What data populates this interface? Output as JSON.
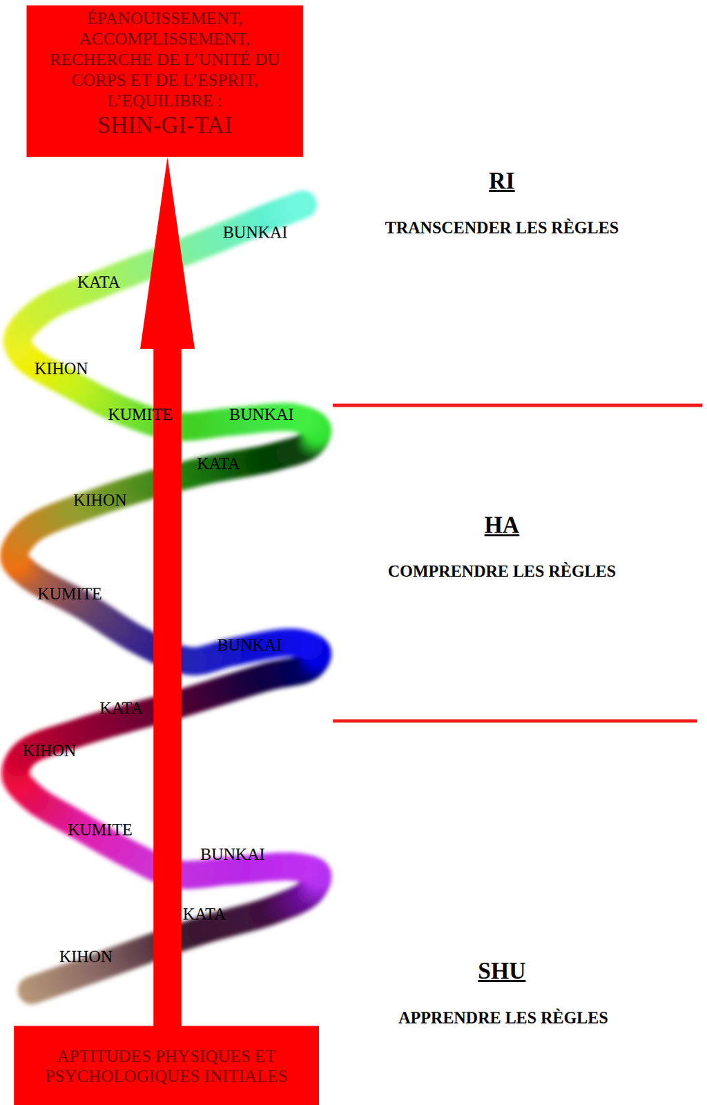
{
  "diagram": {
    "nodes": [
      {
        "text": [
          "ÉPANOUISSEMENT, ACCOMPLISSEMENT, RECHERCHE DE L’UNITÉ DU CORPS ET DE L’ESPRIT, L’EQUILIBRE :",
          "SHIN-GI-TAI"
        ]
      },
      {
        "text": [
          "APTITUDES PHYSIQUES ET PSYCHOLOGIQUES INITIALES"
        ]
      }
    ],
    "edges": [
      {
        "from": 1,
        "to": 0,
        "arrow": "to"
      }
    ],
    "labels": [
      "RI",
      "TRANSCENDER LES RÈGLES",
      "BUNKAI",
      "KATA",
      "KIHON",
      "KUMITE",
      "BUNKAI",
      "KATA",
      "KIHON",
      "HA",
      "COMPRENDRE LES RÈGLES",
      "KUMITE",
      "BUNKAI",
      "KATA",
      "KIHON",
      "KUMITE",
      "BUNKAI",
      "KATA",
      "KIHON",
      "SHU",
      "APPRENDRE LES RÈGLES"
    ]
  }
}
